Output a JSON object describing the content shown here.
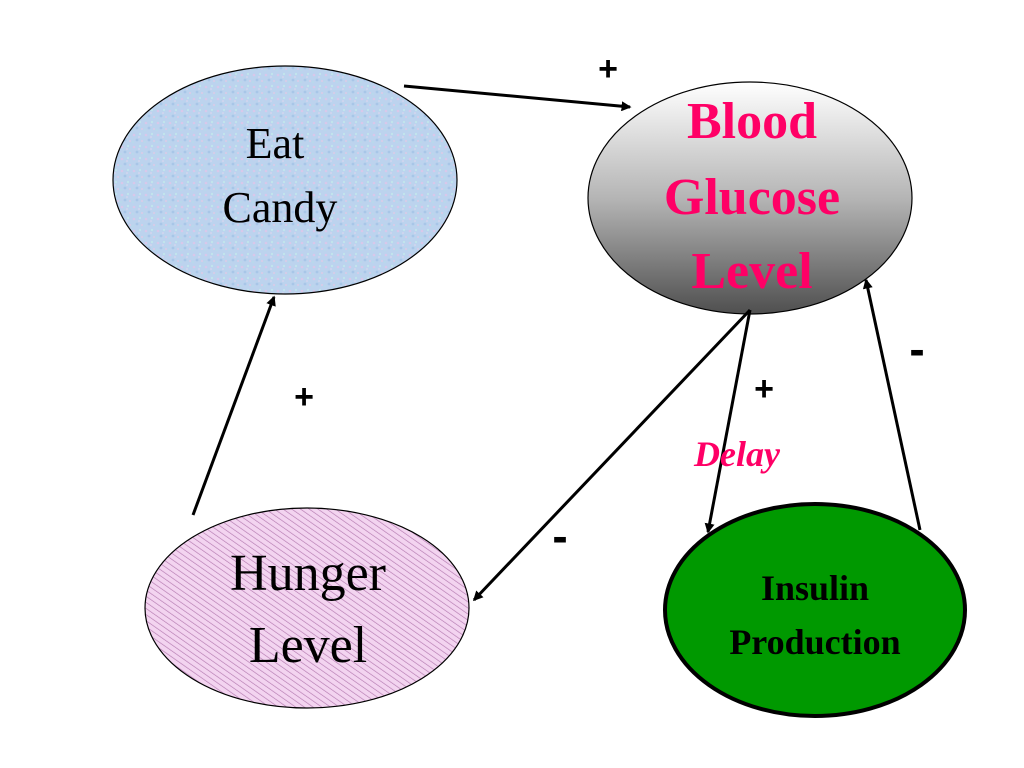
{
  "nodes": {
    "eat_candy": {
      "line1": "Eat",
      "line2": "Candy"
    },
    "blood_glucose": {
      "line1": "Blood",
      "line2": "Glucose",
      "line3": "Level"
    },
    "hunger": {
      "line1": "Hunger",
      "line2": "Level"
    },
    "insulin": {
      "line1": "Insulin",
      "line2": "Production"
    }
  },
  "links": {
    "candy_to_glucose_sign": "+",
    "hunger_to_candy_sign": "+",
    "glucose_to_hunger_sign": "-",
    "glucose_to_insulin_sign": "+",
    "insulin_to_glucose_sign": "-",
    "delay_label": "Delay"
  },
  "colors": {
    "glucose_text": "#ff0066",
    "insulin_fill": "#009900",
    "delay_text": "#ff0066"
  }
}
